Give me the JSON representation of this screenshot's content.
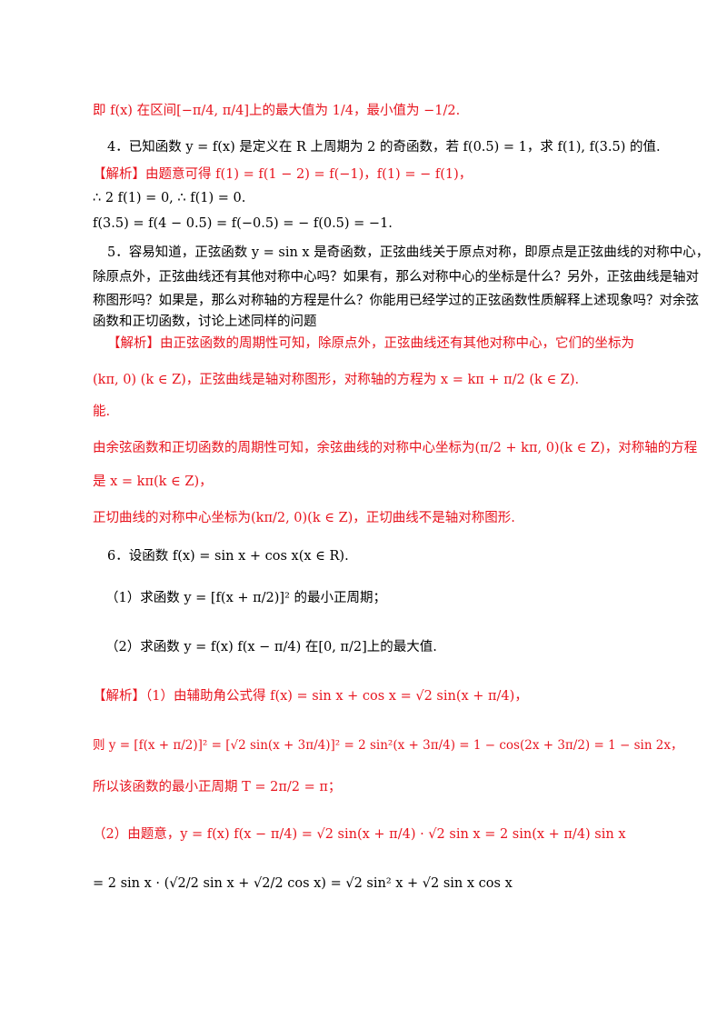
{
  "lines": {
    "l01": {
      "text": "即 f(x) 在区间[−π/4, π/4]上的最大值为 1/4，最小值为 −1/2.",
      "color": "red"
    },
    "l02": {
      "text": "4．已知函数 y = f(x) 是定义在 R 上周期为 2 的奇函数，若 f(0.5) = 1，求 f(1), f(3.5) 的值.",
      "color": "black"
    },
    "l03": {
      "text": "【解析】由题意可得 f(1) = f(1 − 2) = f(−1)，f(1) = − f(1)，",
      "color": "red"
    },
    "l04": {
      "text": "∴ 2 f(1) = 0, ∴ f(1) = 0.",
      "color": "black"
    },
    "l05": {
      "text": "f(3.5) = f(4 − 0.5) = f(−0.5) = − f(0.5) = −1.",
      "color": "black"
    },
    "l06": {
      "text": "5．容易知道，正弦函数 y = sin x 是奇函数，正弦曲线关于原点对称，即原点是正弦曲线的对称中心，",
      "color": "black"
    },
    "l07": {
      "text": "除原点外，正弦曲线还有其他对称中心吗？如果有，那么对称中心的坐标是什么？另外，正弦曲线是轴对",
      "color": "black"
    },
    "l08": {
      "text": "称图形吗？如果是，那么对称轴的方程是什么？你能用已经学过的正弦函数性质解释上述现象吗？对余弦",
      "color": "black"
    },
    "l09": {
      "text": "函数和正切函数，讨论上述同样的问题",
      "color": "black"
    },
    "l10": {
      "text": "【解析】由正弦函数的周期性可知，除原点外，正弦曲线还有其他对称中心，它们的坐标为",
      "color": "red"
    },
    "l11": {
      "text": "(kπ, 0)  (k ∈ Z)，正弦曲线是轴对称图形，对称轴的方程为 x = kπ + π/2 (k ∈ Z).",
      "color": "red"
    },
    "l12": {
      "text": "能.",
      "color": "red"
    },
    "l13": {
      "text": "由余弦函数和正切函数的周期性可知，余弦曲线的对称中心坐标为(π/2 + kπ, 0)(k ∈ Z)，对称轴的方程",
      "color": "red"
    },
    "l14": {
      "text": "是 x = kπ(k ∈ Z)，",
      "color": "red"
    },
    "l15": {
      "text": "正切曲线的对称中心坐标为(kπ/2, 0)(k ∈ Z)，正切曲线不是轴对称图形.",
      "color": "red"
    },
    "l16": {
      "text": "6．设函数 f(x) = sin x + cos x(x ∈ R).",
      "color": "black"
    },
    "l17": {
      "text": "（1）求函数 y = [f(x + π/2)]² 的最小正周期；",
      "color": "black"
    },
    "l18": {
      "text": "（2）求函数 y = f(x) f(x − π/4) 在[0, π/2]上的最大值.",
      "color": "black"
    },
    "l19": {
      "text": "【解析】（1）由辅助角公式得 f(x) = sin x + cos x = √2 sin(x + π/4)，",
      "color": "red"
    },
    "l20": {
      "text": "则 y = [f(x + π/2)]² = [√2 sin(x + 3π/4)]² = 2 sin²(x + 3π/4) = 1 − cos(2x + 3π/2) = 1 − sin 2x，",
      "color": "red"
    },
    "l21": {
      "text": "所以该函数的最小正周期 T = 2π/2 = π；",
      "color": "red"
    },
    "l22": {
      "text": "（2）由题意，y = f(x) f(x − π/4) = √2 sin(x + π/4) · √2 sin x = 2 sin(x + π/4) sin x",
      "color": "red"
    },
    "l23": {
      "text": "= 2 sin x · (√2/2 sin x + √2/2 cos x) = √2 sin² x + √2 sin x cos x",
      "color": "black"
    }
  }
}
